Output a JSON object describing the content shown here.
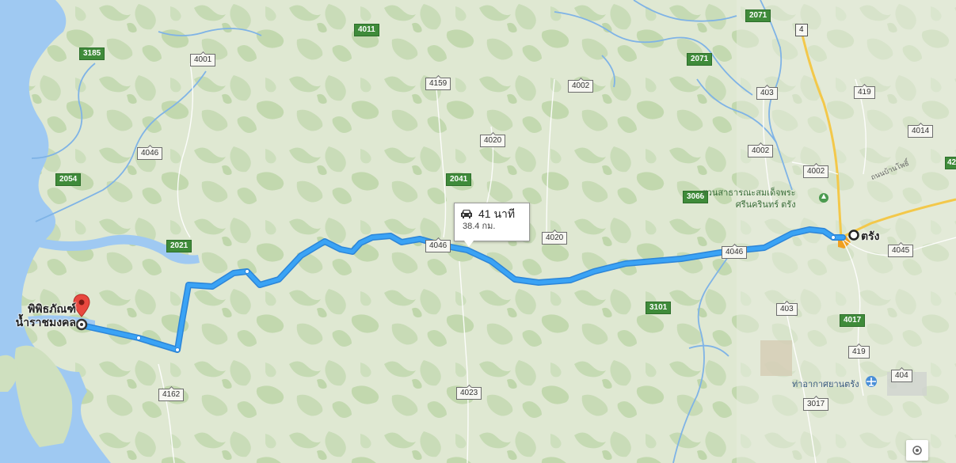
{
  "route": {
    "duration": "41 นาที",
    "distance": "38.4 กม."
  },
  "places": {
    "origin_line1": "พิพิธภัณฑ์",
    "origin_line2": "น้ำราชมงคล",
    "destination": "ตรัง"
  },
  "pois": {
    "park_line1": "สวนสาธารณะสมเด็จพระ",
    "park_line2": "ศรีนครินทร์ ตรัง",
    "airport": "ท่าอากาศยานตรัง",
    "street": "ถนนบ้านโพธิ์"
  },
  "shields_green": [
    "4011",
    "3185",
    "2054",
    "2021",
    "2041",
    "3066",
    "3101",
    "4017",
    "2071",
    "2071"
  ],
  "shields_state": [
    "4001",
    "4159",
    "4002",
    "4046",
    "4020",
    "4020",
    "4046",
    "4046",
    "4002",
    "4002",
    "403",
    "403",
    "419",
    "419",
    "4014",
    "4045",
    "4162",
    "4023",
    "404",
    "3017"
  ],
  "shields_hwy": [
    "4"
  ],
  "edge_label": "42",
  "colors": {
    "route": "#3aa3f5",
    "route_casing": "#2c85d8",
    "water": "#9fc9f2",
    "land": "#dfe8d2",
    "forest": "#c2d9b0",
    "highway": "#f3c84a",
    "shield_green": "#3f8b3a",
    "pin": "#e8483f"
  },
  "icons": {
    "origin_pin": "map-pin-icon",
    "car": "car-icon",
    "airport": "airplane-icon",
    "park": "tree-icon",
    "locate": "my-location-icon"
  }
}
